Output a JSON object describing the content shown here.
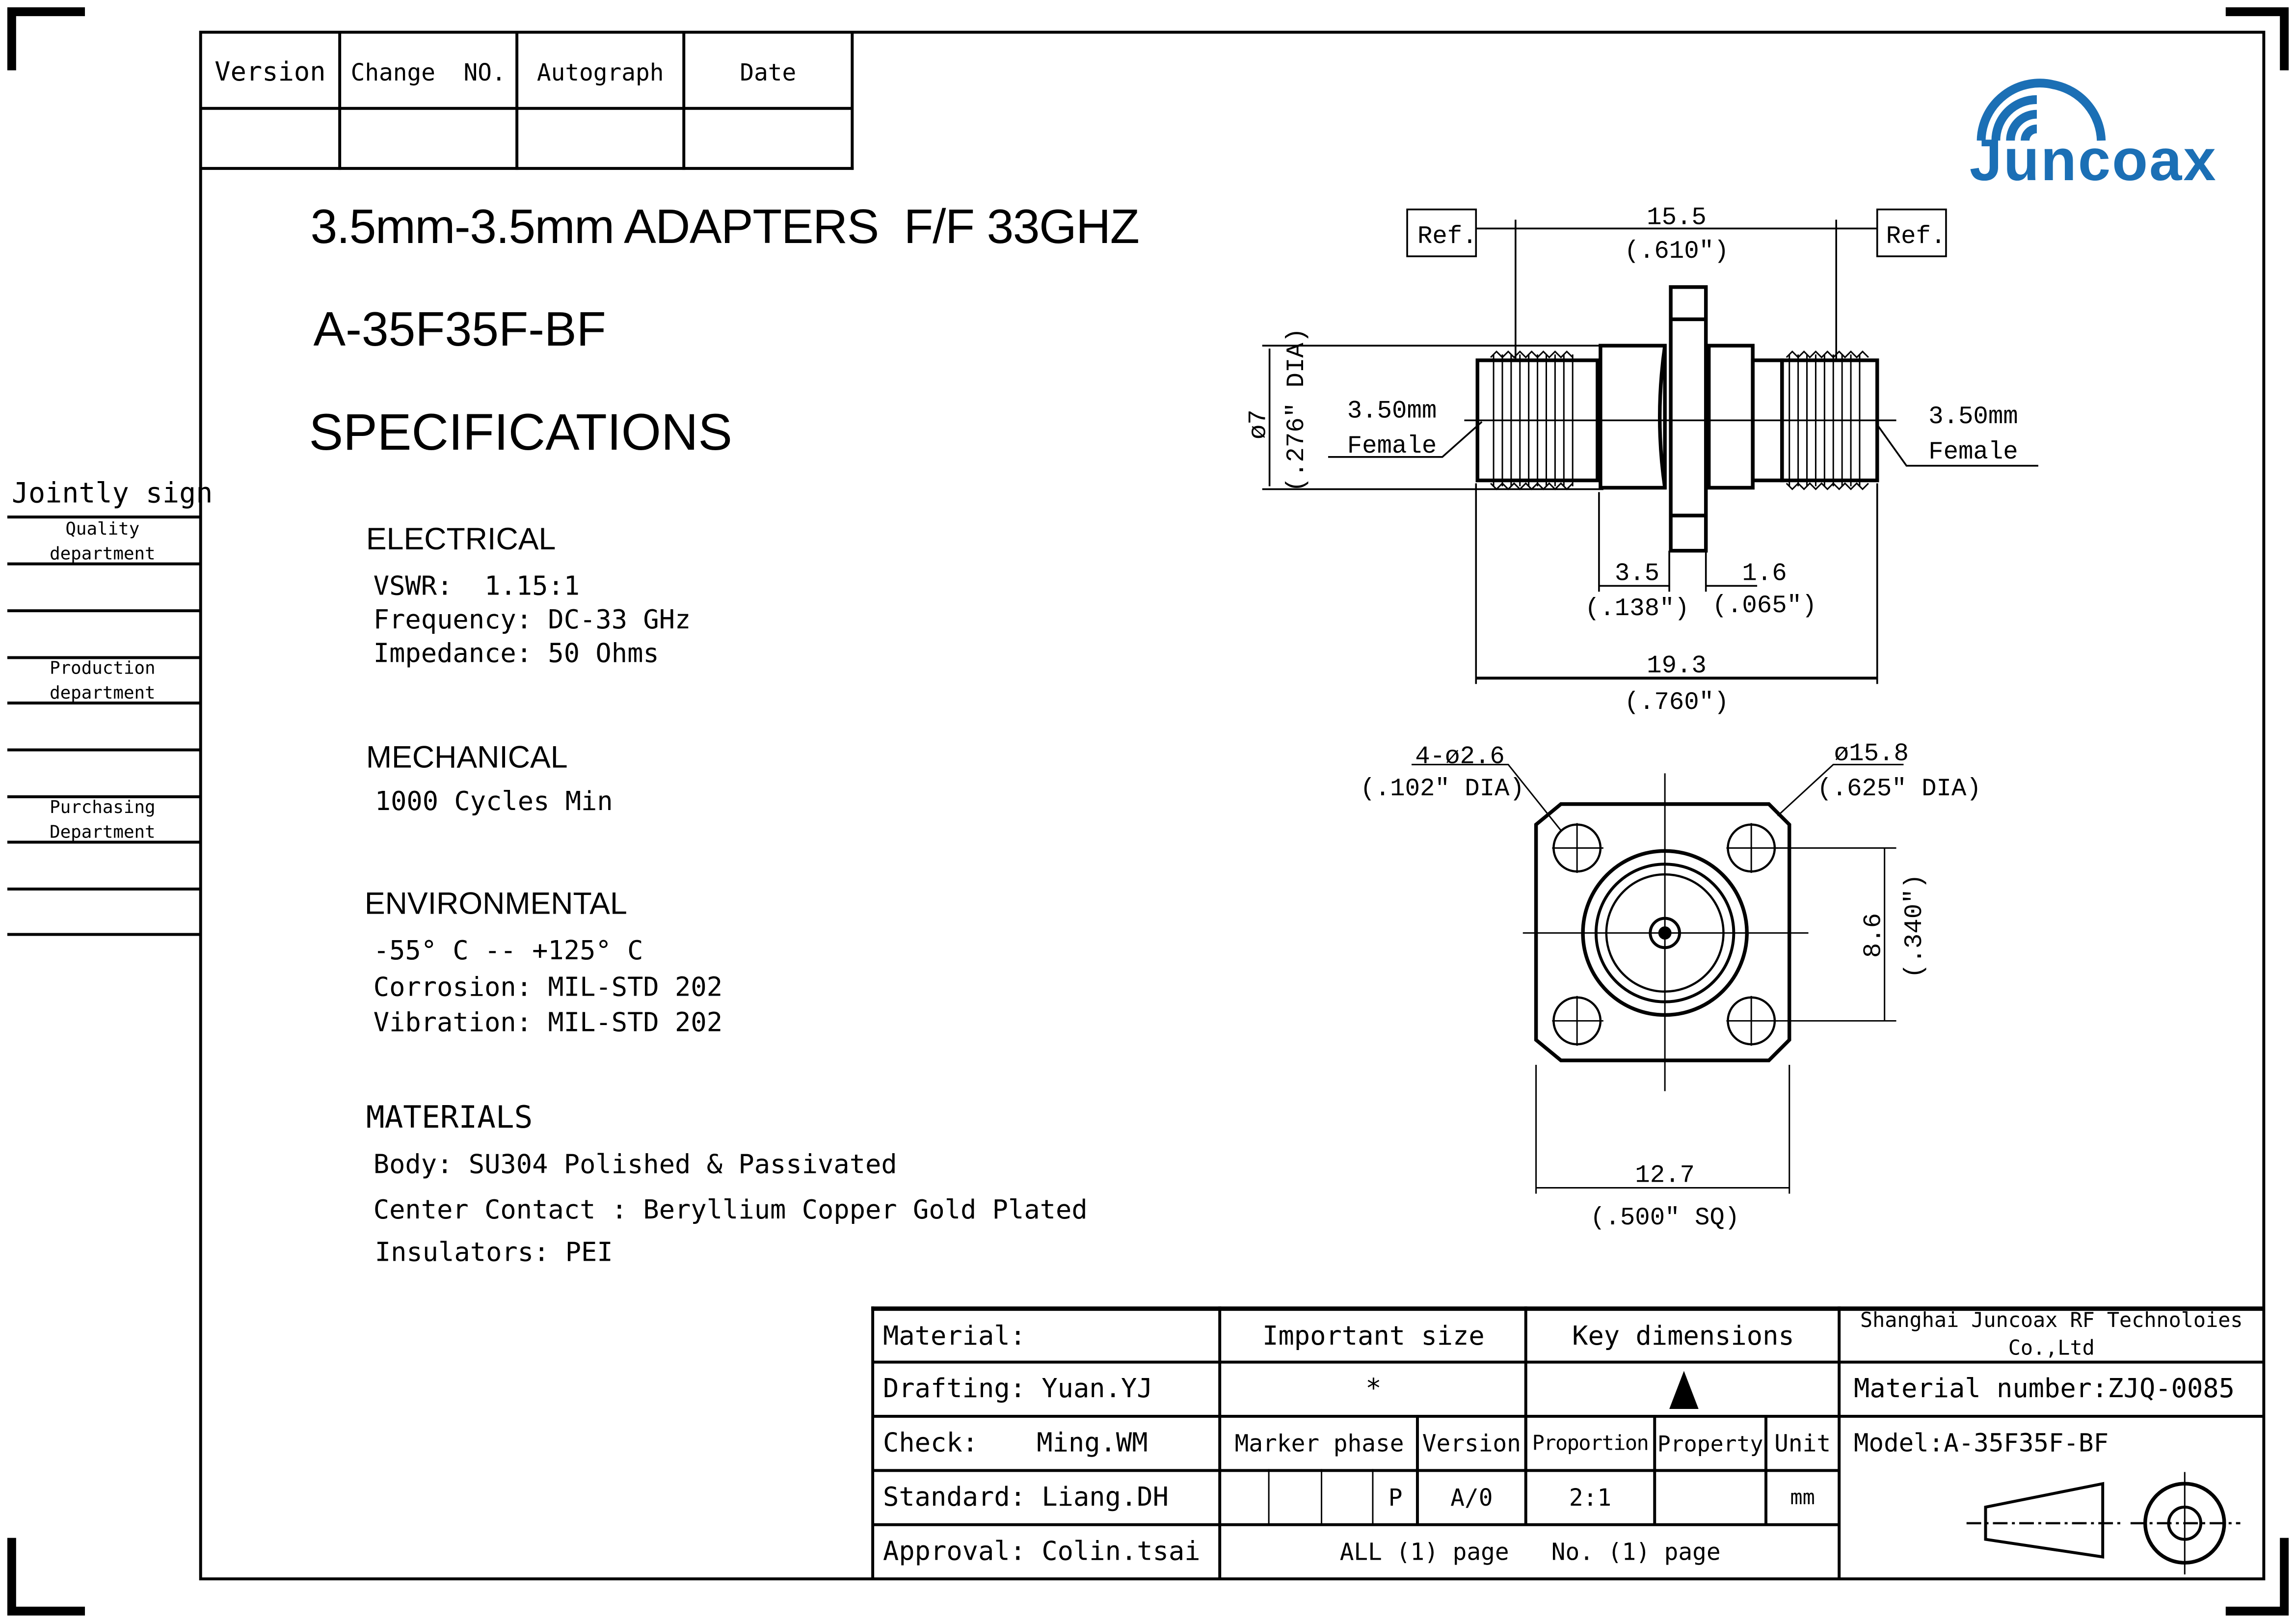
{
  "revision_table": {
    "headers": [
      "Version",
      "Change  NO.",
      "Autograph",
      "Date"
    ]
  },
  "logo": {
    "text": "Juncoax",
    "color": "#1b6fb5"
  },
  "title": {
    "line1": "3.5mm-3.5mm ADAPTERS  F/F 33GHZ",
    "line2": "A-35F35F-BF",
    "line3": "SPECIFICATIONS"
  },
  "sign_column": {
    "title": "Jointly sign",
    "departments": [
      "Quality department",
      "Production department",
      "Purchasing Department"
    ]
  },
  "specs": {
    "electrical": {
      "heading": "ELECTRICAL",
      "lines": [
        "VSWR:  1.15:1",
        "Frequency: DC-33 GHz",
        "Impedance: 50 Ohms"
      ]
    },
    "mechanical": {
      "heading": "MECHANICAL",
      "lines": [
        "1000 Cycles Min"
      ]
    },
    "environmental": {
      "heading": "ENVIRONMENTAL",
      "lines": [
        "-55° C -- +125° C",
        "Corrosion: MIL-STD 202",
        "Vibration: MIL-STD 202"
      ]
    },
    "materials": {
      "heading": "MATERIALS",
      "lines": [
        "Body: SU304 Polished & Passivated",
        "Center Contact : Beryllium Copper Gold Plated",
        "Insulators: PEI"
      ]
    }
  },
  "side_view": {
    "ref": "Ref.",
    "dim_top": "15.5",
    "dim_top_in": "(.610\")",
    "dia": "ø7",
    "dia_in": "(.276\" DIA)",
    "left_label": [
      "3.50mm",
      "Female"
    ],
    "right_label": [
      "3.50mm",
      "Female"
    ],
    "dim_a": "3.5",
    "dim_a_in": "(.138\")",
    "dim_b": "1.6",
    "dim_b_in": "(.065\")",
    "dim_total": "19.3",
    "dim_total_in": "(.760\")"
  },
  "front_view": {
    "hole": "4-ø2.6",
    "hole_in": "(.102\" DIA)",
    "flange": "ø15.8",
    "flange_in": "(.625\" DIA)",
    "spacing": "8.6",
    "spacing_in": "(.340\")",
    "width": "12.7",
    "width_in": "(.500\" SQ)"
  },
  "title_block": {
    "material": "Material:",
    "drafting": "Drafting: Yuan.YJ",
    "check_label": "Check:",
    "check_name": "Ming.WM",
    "standard": "Standard: Liang.DH",
    "approval": "Approval: Colin.tsai",
    "important_size": "Important size",
    "important_mark": "*",
    "key_dimensions": "Key dimensions",
    "marker_phase": "Marker phase",
    "version": "Version",
    "proportion": "Proportion",
    "property": "Property",
    "unit": "Unit",
    "phase_value": "P",
    "version_value": "A/0",
    "proportion_value": "2:1",
    "unit_value": "mm",
    "pages": "ALL (1) page   No. (1) page",
    "company": "Shanghai Juncoax RF Technoloies Co.,Ltd",
    "material_number": "Material number:ZJQ-0085",
    "model": "Model:A-35F35F-BF"
  }
}
